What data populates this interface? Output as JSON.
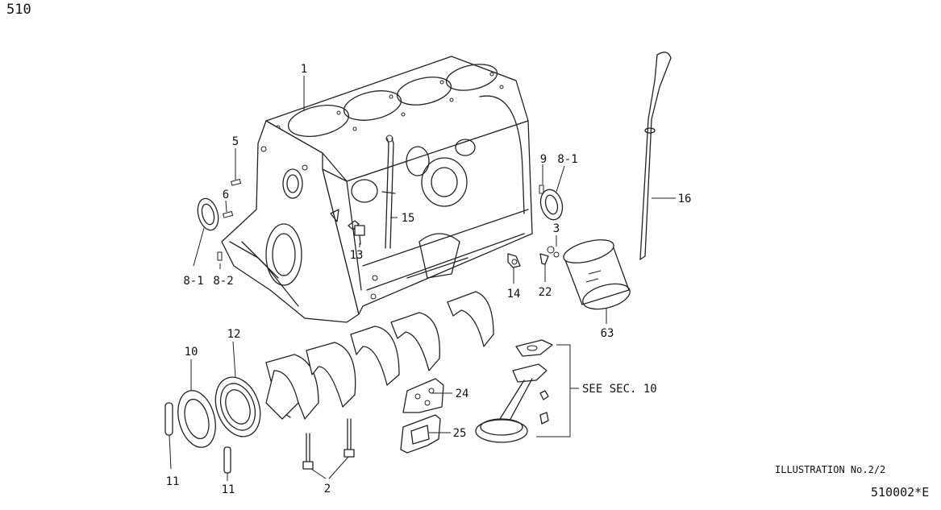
{
  "section_number": "510",
  "illustration_label": "ILLUSTRATION No.2/2",
  "diagram_code": "510002*E",
  "callouts": {
    "c1": "1",
    "c2": "2",
    "c3": "3",
    "c5": "5",
    "c6": "6",
    "c8_1a": "8-1",
    "c8_1b": "8-1",
    "c8_2": "8-2",
    "c9": "9",
    "c10": "10",
    "c11a": "11",
    "c11b": "11",
    "c12": "12",
    "c13": "13",
    "c14": "14",
    "c15": "15",
    "c16": "16",
    "c22": "22",
    "c24": "24",
    "c25": "25",
    "c63": "63",
    "see_sec": "SEE SEC. 10"
  }
}
